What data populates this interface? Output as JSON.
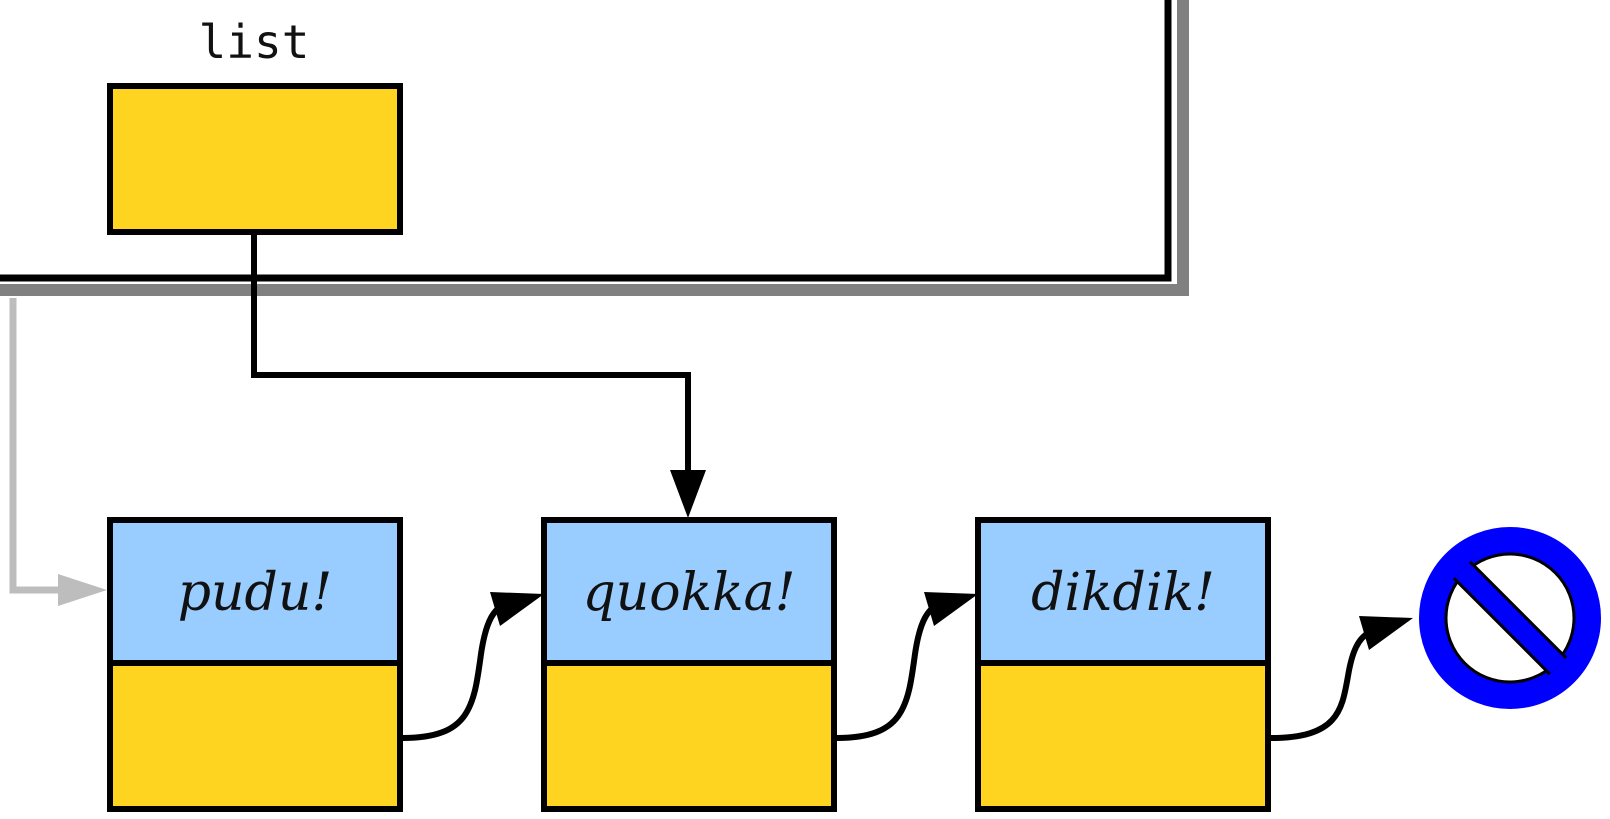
{
  "variable": {
    "name": "list"
  },
  "nodes": [
    {
      "value": "pudu!"
    },
    {
      "value": "quokka!"
    },
    {
      "value": "dikdik!"
    }
  ],
  "null_symbol": {
    "icon": "null-prohibited-icon"
  },
  "colors": {
    "pointer_cell": "#FFD420",
    "value_cell": "#99CCFF",
    "outline": "#000000",
    "frame_shadow": "#808080",
    "stale_pointer": "#BDBDBD",
    "null_symbol": "#0000FF"
  }
}
